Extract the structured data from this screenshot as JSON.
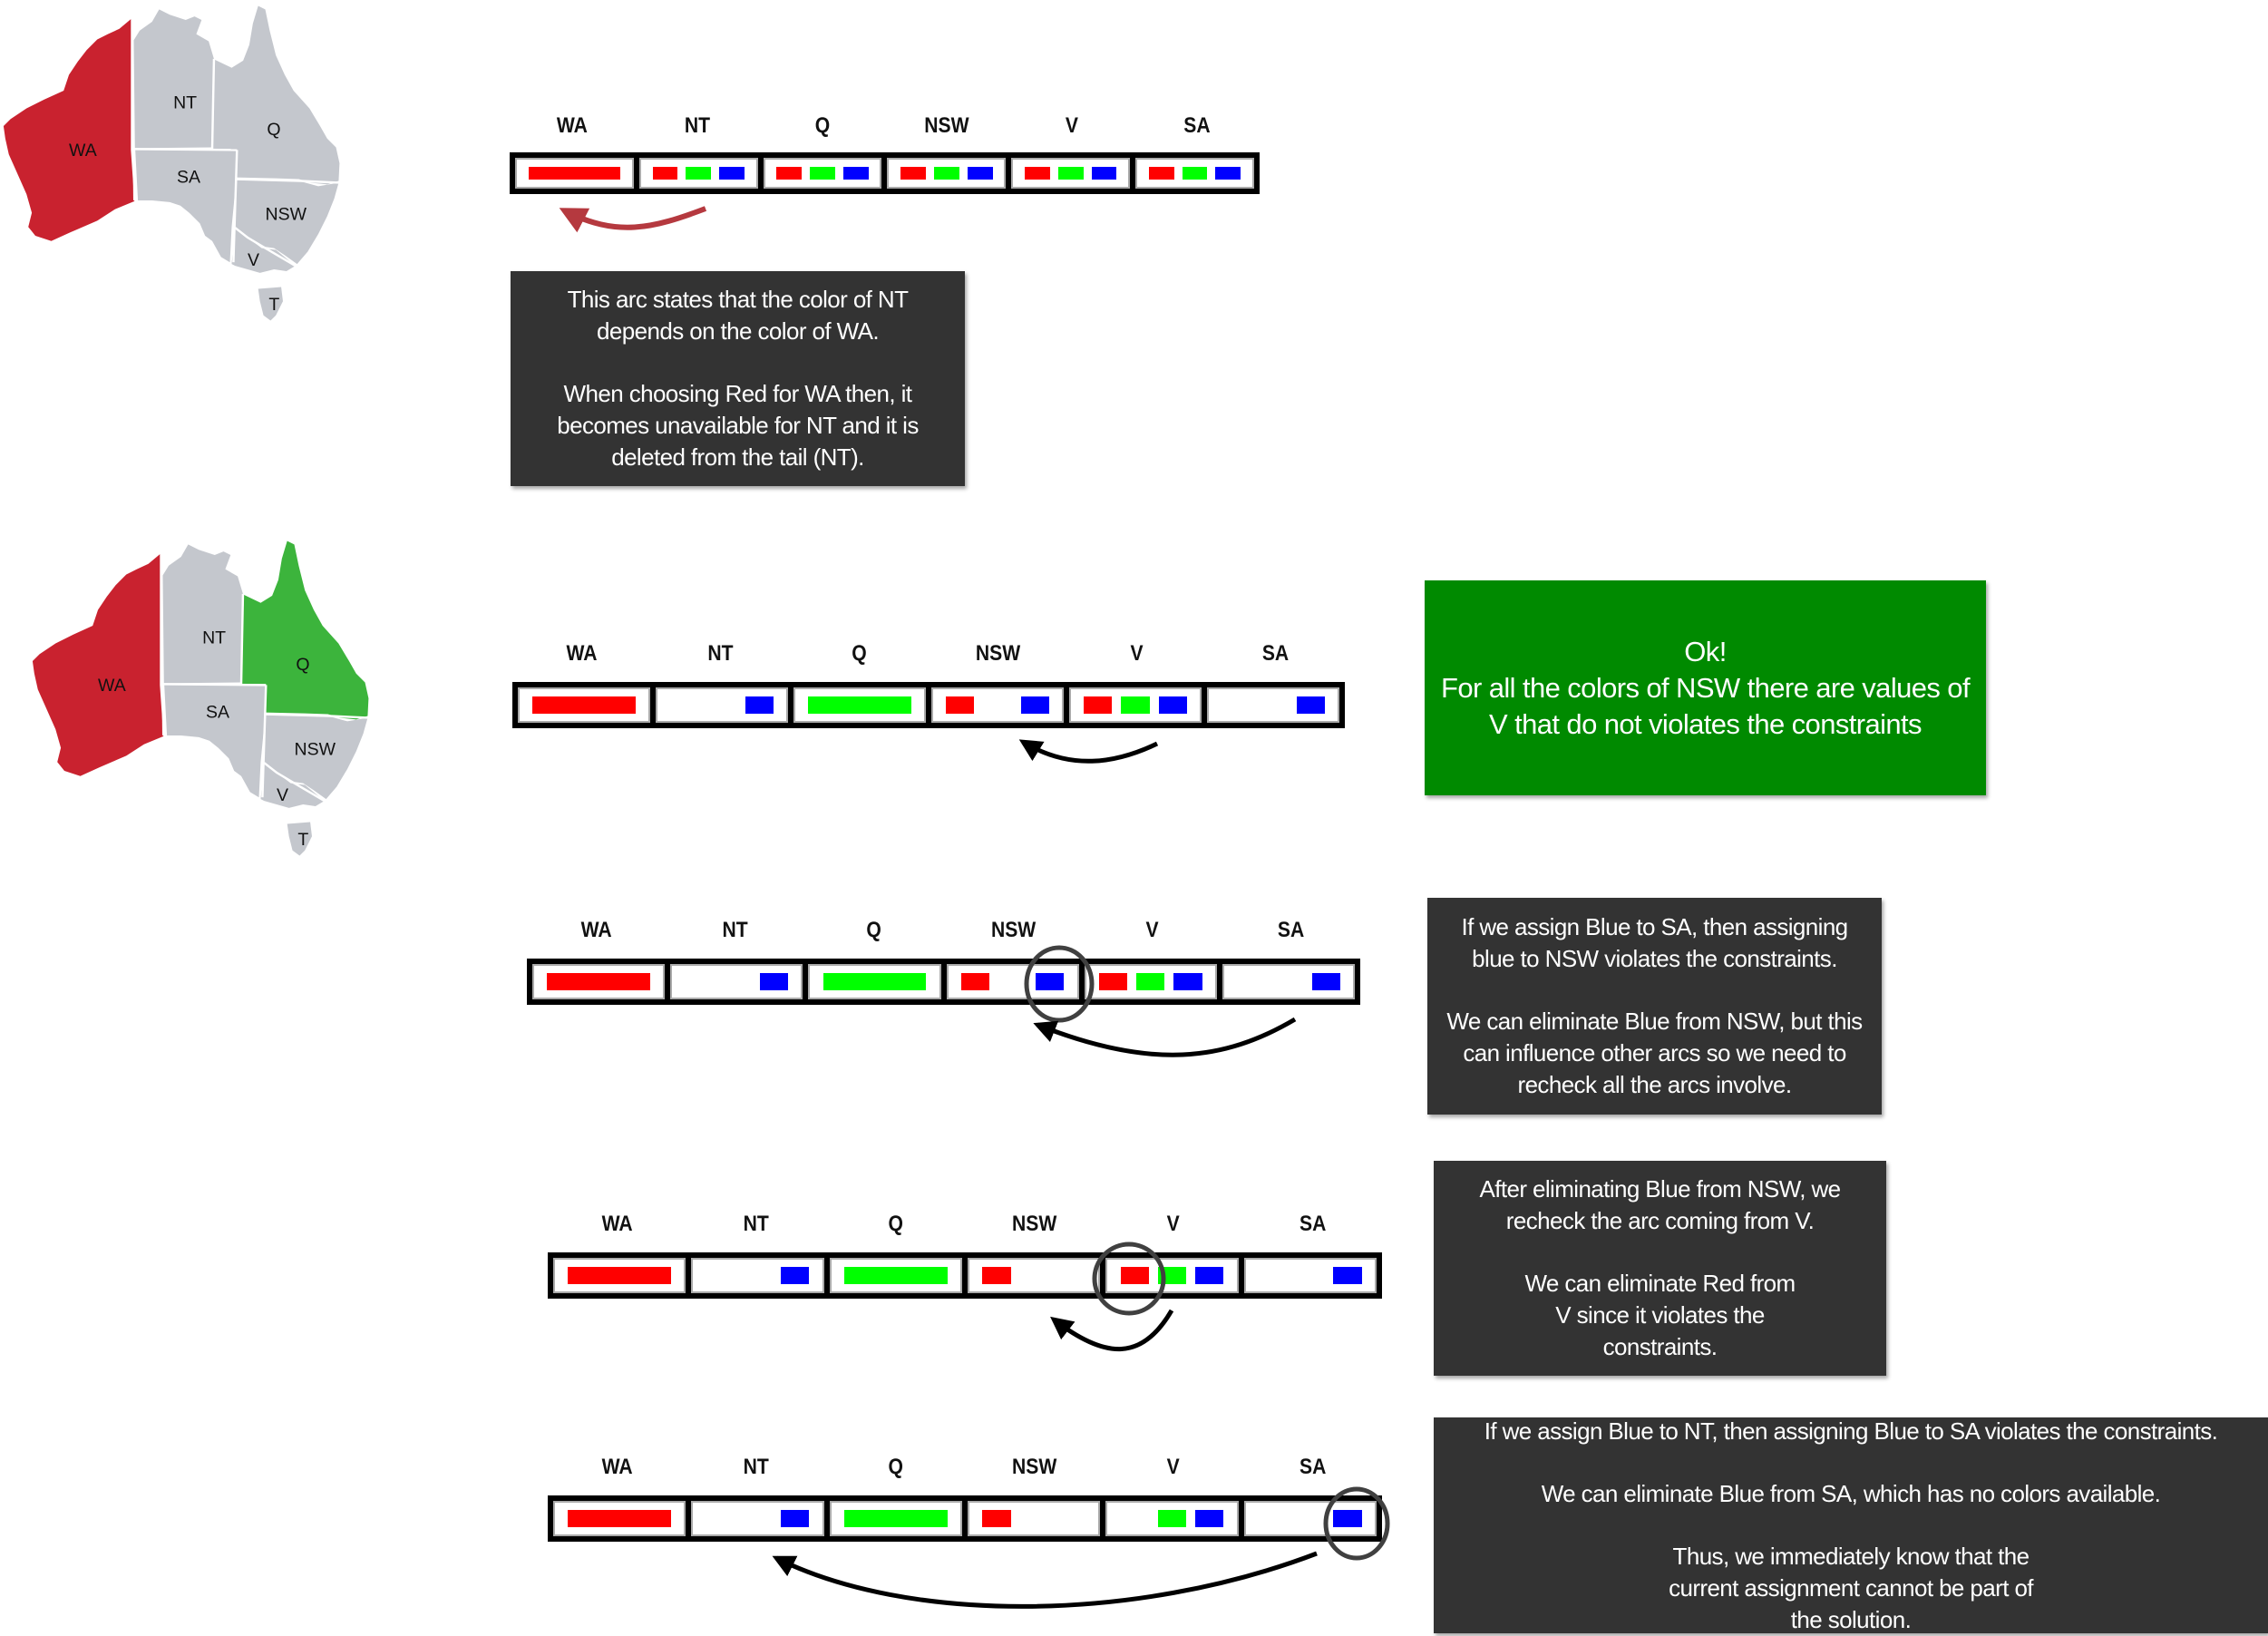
{
  "colors": {
    "red": "#ff0000",
    "green": "#00ff00",
    "blue": "#0000ff",
    "map_red": "#c9222f",
    "map_green": "#3cb43c",
    "map_gray": "#c4c7cd",
    "arc_red": "#b5393f",
    "note_dark": "#333333",
    "note_green": "#008a00"
  },
  "maps": [
    {
      "labels": {
        "WA": "WA",
        "NT": "NT",
        "Q": "Q",
        "SA": "SA",
        "NSW": "NSW",
        "V": "V",
        "T": "T"
      },
      "fills": {
        "WA": "red",
        "NT": "gray",
        "Q": "gray",
        "SA": "gray",
        "NSW": "gray",
        "V": "gray",
        "T": "gray"
      }
    },
    {
      "labels": {
        "WA": "WA",
        "NT": "NT",
        "Q": "Q",
        "SA": "SA",
        "NSW": "NSW",
        "V": "V",
        "T": "T"
      },
      "fills": {
        "WA": "red",
        "NT": "gray",
        "Q": "green",
        "SA": "gray",
        "NSW": "gray",
        "V": "gray",
        "T": "gray"
      }
    }
  ],
  "variables": [
    "WA",
    "NT",
    "Q",
    "NSW",
    "V",
    "SA"
  ],
  "rows": [
    {
      "domains": {
        "WA": [
          "red*"
        ],
        "NT": [
          "red",
          "green",
          "blue"
        ],
        "Q": [
          "red",
          "green",
          "blue"
        ],
        "NSW": [
          "red",
          "green",
          "blue"
        ],
        "V": [
          "red",
          "green",
          "blue"
        ],
        "SA": [
          "red",
          "green",
          "blue"
        ]
      },
      "arc": {
        "from": "NT",
        "to": "WA"
      },
      "highlight": null
    },
    {
      "domains": {
        "WA": [
          "red*"
        ],
        "NT": [
          "blue"
        ],
        "Q": [
          "green*"
        ],
        "NSW": [
          "red",
          "blue"
        ],
        "V": [
          "red",
          "green",
          "blue"
        ],
        "SA": [
          "blue"
        ]
      },
      "arc": {
        "from": "V",
        "to": "NSW"
      },
      "highlight": null
    },
    {
      "domains": {
        "WA": [
          "red*"
        ],
        "NT": [
          "blue"
        ],
        "Q": [
          "green*"
        ],
        "NSW": [
          "red",
          "blue"
        ],
        "V": [
          "red",
          "green",
          "blue"
        ],
        "SA": [
          "blue"
        ]
      },
      "arc": {
        "from": "SA",
        "to": "NSW"
      },
      "highlight": {
        "var": "NSW",
        "color": "blue"
      }
    },
    {
      "domains": {
        "WA": [
          "red*"
        ],
        "NT": [
          "blue"
        ],
        "Q": [
          "green*"
        ],
        "NSW": [
          "red"
        ],
        "V": [
          "red",
          "green",
          "blue"
        ],
        "SA": [
          "blue"
        ]
      },
      "arc": {
        "from": "V",
        "to": "NSW"
      },
      "highlight": {
        "var": "V",
        "color": "red"
      }
    },
    {
      "domains": {
        "WA": [
          "red*"
        ],
        "NT": [
          "blue"
        ],
        "Q": [
          "green*"
        ],
        "NSW": [
          "red"
        ],
        "V": [
          "green",
          "blue"
        ],
        "SA": [
          "blue"
        ]
      },
      "arc": {
        "from": "SA",
        "to": "NT"
      },
      "highlight": {
        "var": "SA",
        "color": "blue"
      }
    }
  ],
  "notes": {
    "note1": {
      "p1": "This arc states that the color of NT depends on the color of WA.",
      "p2": "When choosing Red for WA then, it becomes unavailable for NT and it is deleted from the tail (NT)."
    },
    "note2": {
      "p1": "Ok!",
      "p2": "For all the colors of NSW there are values of V that do not violates the constraints"
    },
    "note3": {
      "p1": "If we assign Blue to SA, then assigning blue to NSW violates the constraints.",
      "p2": "We can eliminate Blue from NSW, but this can influence other arcs so we need to recheck all the arcs involve."
    },
    "note4": {
      "p1": "After eliminating Blue from NSW, we recheck the arc coming from V.",
      "p2": "We can eliminate Red from V since it violates the constraints."
    },
    "note5": {
      "p1": "If we assign Blue to NT, then assigning Blue to SA violates the constraints.",
      "p2": "We can eliminate Blue from SA, which has no colors available.",
      "p3": "Thus, we immediately know that the current assignment cannot be part of the solution."
    }
  }
}
